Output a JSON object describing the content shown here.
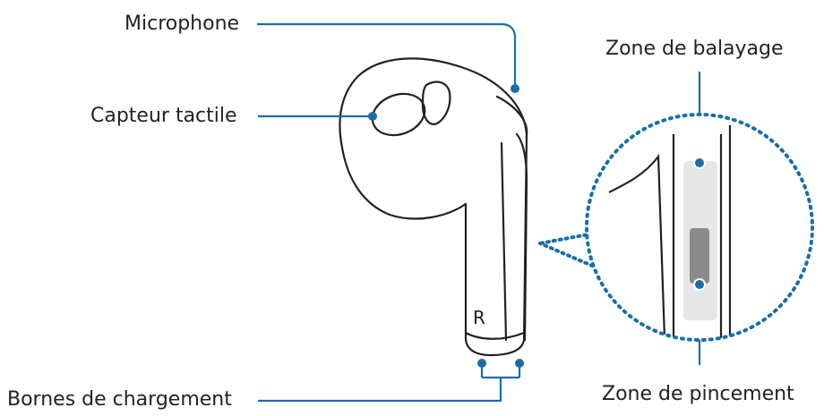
{
  "labels": {
    "microphone": "Microphone",
    "touch_sensor": "Capteur tactile",
    "charging_contacts": "Bornes de chargement",
    "swipe_area": "Zone de balayage",
    "pinch_area": "Zone de pincement",
    "side_marker": "R"
  },
  "colors": {
    "outline": "#222222",
    "callout": "#1a6ea8",
    "zone_fill": "#e6e6e6",
    "pinch_fill": "#8a8a8a"
  }
}
